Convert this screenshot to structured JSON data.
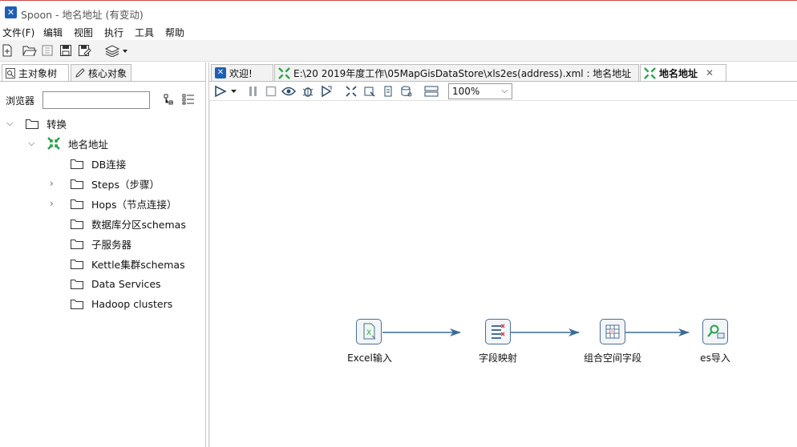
{
  "window": {
    "title": "Spoon - 地名地址 (有变动)"
  },
  "menu": [
    "文件(F)",
    "编辑",
    "视图",
    "执行",
    "工具",
    "帮助"
  ],
  "left_panel": {
    "tabs": [
      "主对象树",
      "核心对象"
    ],
    "browser_label": "浏览器",
    "browser_value": "",
    "tree": {
      "root": "转换",
      "transform": "地名地址",
      "items": [
        "DB连接",
        "Steps（步骤）",
        "Hops（节点连接）",
        "数据库分区schemas",
        "子服务器",
        "Kettle集群schemas",
        "Data Services",
        "Hadoop clusters"
      ]
    }
  },
  "editor": {
    "tabs": [
      "欢迎!",
      "E:\\20 2019年度工作\\05MapGisDataStore\\xls2es(address).xml : 地名地址",
      "地名地址"
    ],
    "zoom": "100%",
    "steps": [
      "Excel输入",
      "字段映射",
      "组合空间字段",
      "es导入"
    ]
  },
  "colors": {
    "accent": "#1e5fb4",
    "hop": "#3a6c93",
    "kettle_green": "#2aa24a"
  }
}
